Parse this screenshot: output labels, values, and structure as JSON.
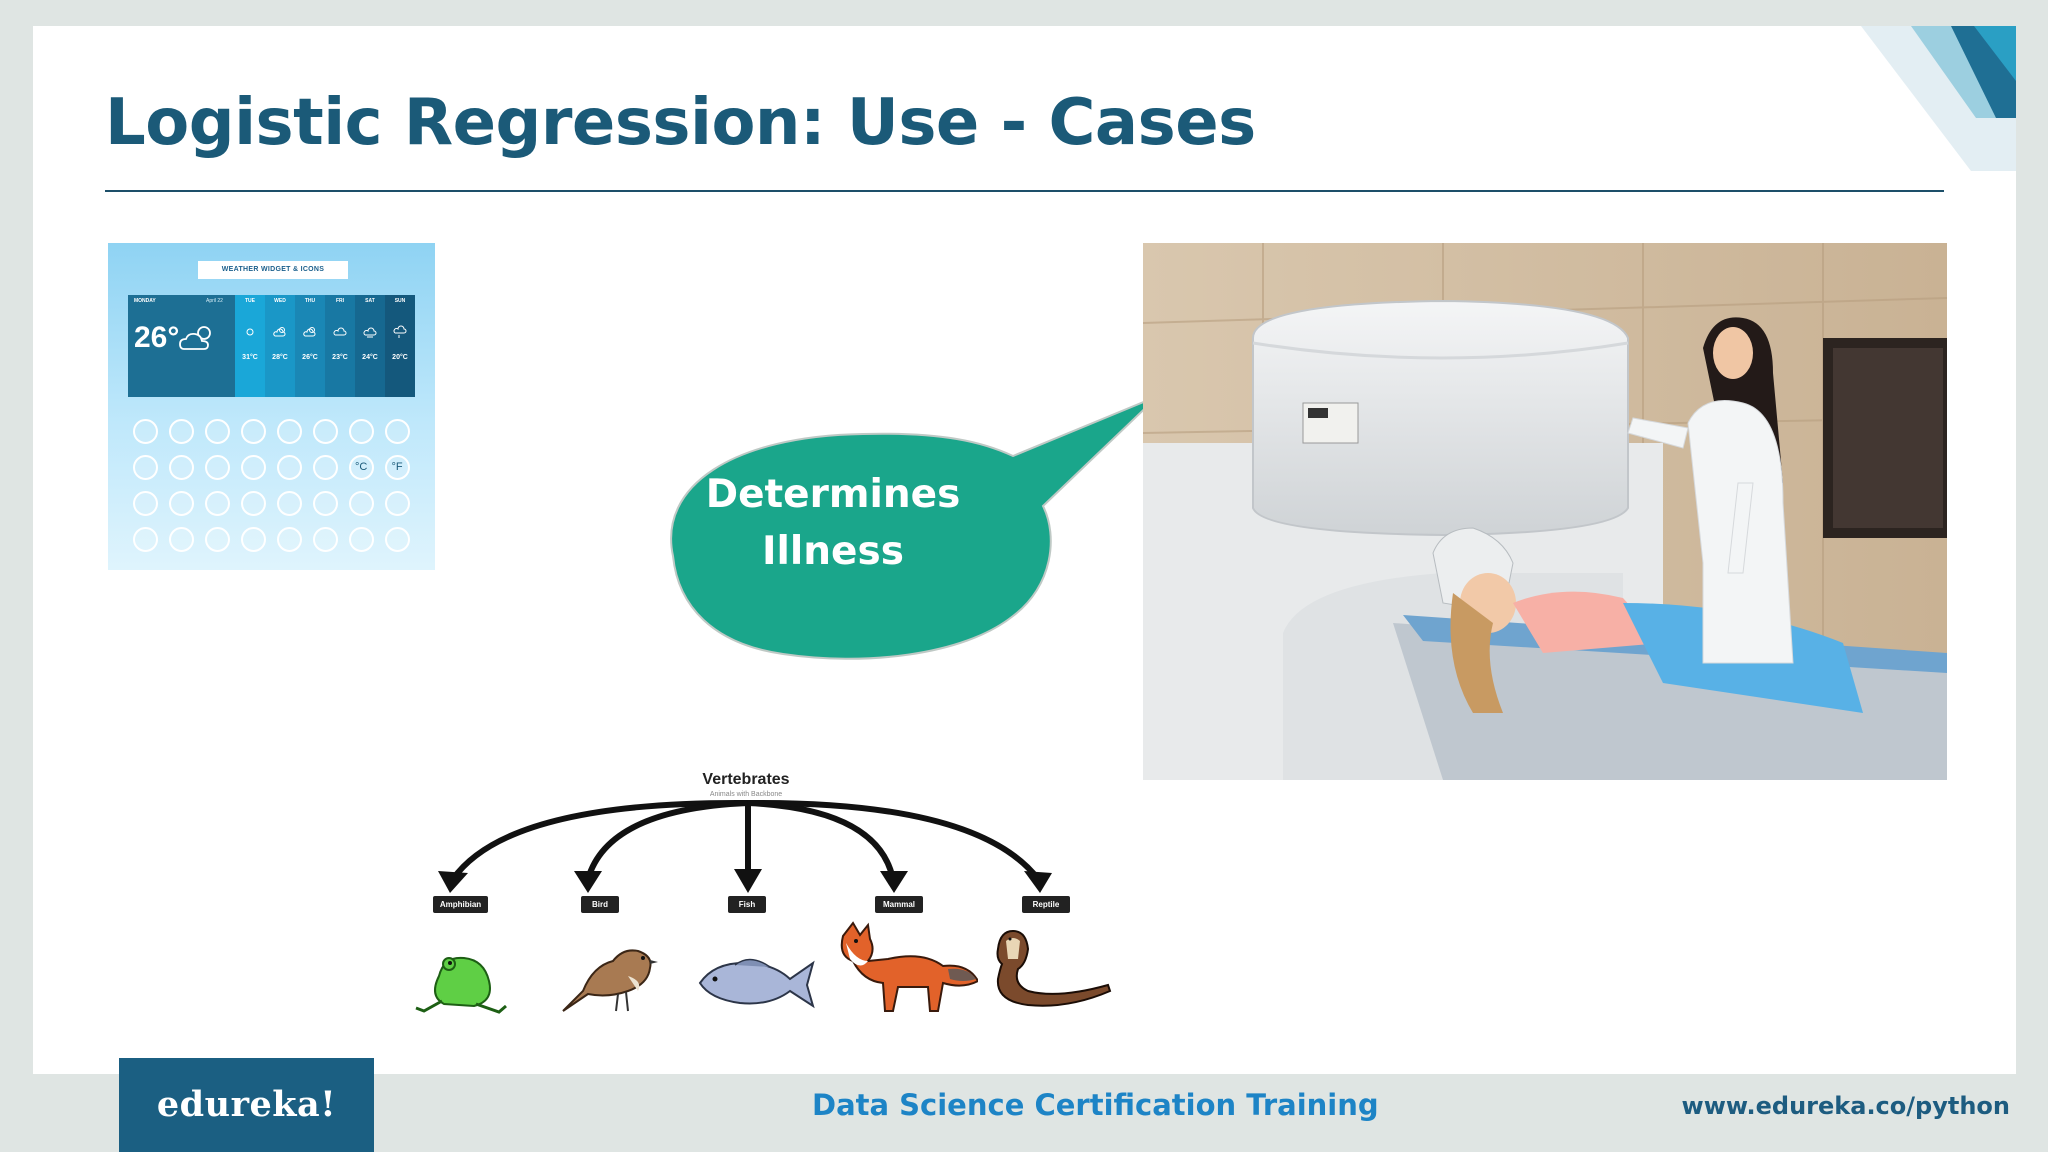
{
  "slide": {
    "title": "Logistic Regression: Use - Cases"
  },
  "weather_widget": {
    "banner": "WEATHER WIDGET & ICONS",
    "today_label": "MONDAY",
    "date": "April 22",
    "current_temp": "26°",
    "forecast": [
      {
        "day": "TUE",
        "temp": "31°C"
      },
      {
        "day": "WED",
        "temp": "28°C"
      },
      {
        "day": "THU",
        "temp": "26°C"
      },
      {
        "day": "FRI",
        "temp": "23°C"
      },
      {
        "day": "SAT",
        "temp": "24°C"
      },
      {
        "day": "SUN",
        "temp": "20°C"
      }
    ],
    "grid_icons": [
      "sunrise-icon",
      "sun-icon",
      "partly-cloudy-icon",
      "cloud-sun-icon",
      "cloud-icon",
      "cloudy-icon",
      "fog-icon",
      "wind-lines-icon",
      "rain-icon",
      "drizzle-icon",
      "showers-icon",
      "hail-icon",
      "snow-icon",
      "sleet-icon",
      "celsius-icon",
      "fahrenheit-icon",
      "moon-phase-1-icon",
      "moon-phase-2-icon",
      "moon-phase-3-icon",
      "moon-phase-4-icon",
      "moon-phase-5-icon",
      "moon-phase-6-icon",
      "crescent-moon-icon",
      "sun-cloud-icon",
      "snowflake-icon",
      "raindrop-icon",
      "umbrella-icon",
      "sunglasses-icon",
      "thermometer-icon",
      "wind-icon",
      "windsock-icon",
      "compass-icon"
    ],
    "celsius_symbol": "°C",
    "fahrenheit_symbol": "°F"
  },
  "bubble": {
    "line1": "Determines",
    "line2": "Illness",
    "color": "#1aa68b"
  },
  "vertebrates": {
    "title": "Vertebrates",
    "subtitle": "Animals with Backbone",
    "classes": [
      "Amphibian",
      "Bird",
      "Fish",
      "Mammal",
      "Reptile"
    ]
  },
  "footer": {
    "logo": "edureka!",
    "course": "Data Science Certification Training",
    "url": "www.edureka.co/python"
  },
  "colors": {
    "title": "#1b5a78",
    "accent_blue": "#1d84c6",
    "logo_bg": "#1b5f82"
  }
}
